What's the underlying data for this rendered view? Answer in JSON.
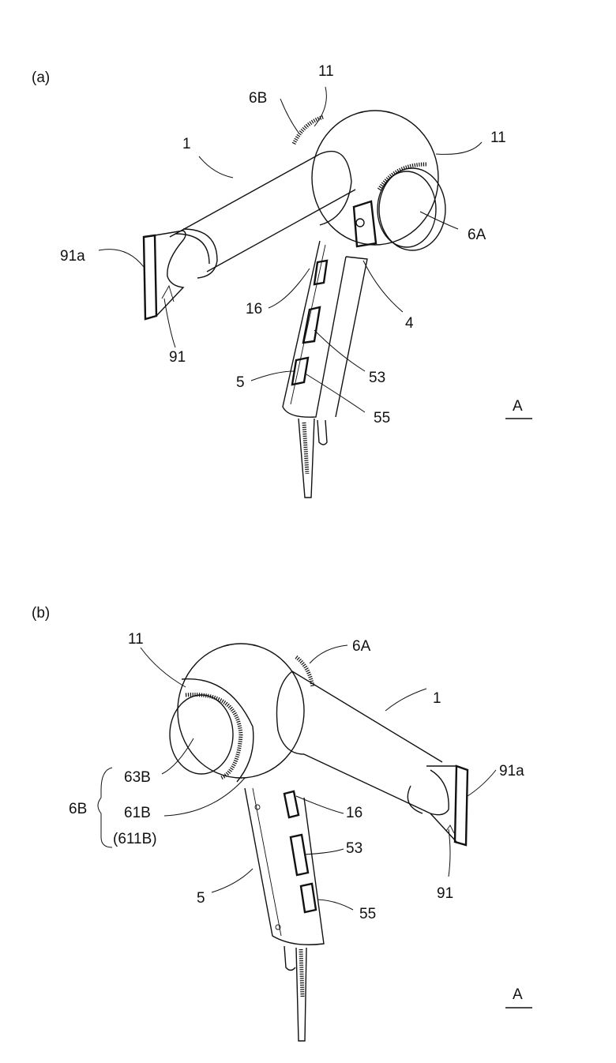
{
  "figure": {
    "panels": [
      {
        "id": "a",
        "title": "(a)",
        "labels": {
          "body": "1",
          "filter_rear": "6B",
          "ring_top": "11",
          "ring_right": "11",
          "filter_front": "6A",
          "nozzle_outlet": "91a",
          "nozzle": "91",
          "switch_16": "16",
          "part_4": "4",
          "switch_53": "53",
          "handle": "5",
          "switch_55": "55"
        },
        "direction_mark": "A"
      },
      {
        "id": "b",
        "title": "(b)",
        "labels": {
          "ring": "11",
          "filter_front": "6A",
          "body": "1",
          "filter_cover": "63B",
          "filter_group": "6B",
          "filter_frame": "61B",
          "filter_frame_sub": "(611B)",
          "nozzle_outlet": "91a",
          "switch_16": "16",
          "switch_53": "53",
          "nozzle": "91",
          "handle": "5",
          "switch_55": "55"
        },
        "direction_mark": "A"
      }
    ]
  }
}
